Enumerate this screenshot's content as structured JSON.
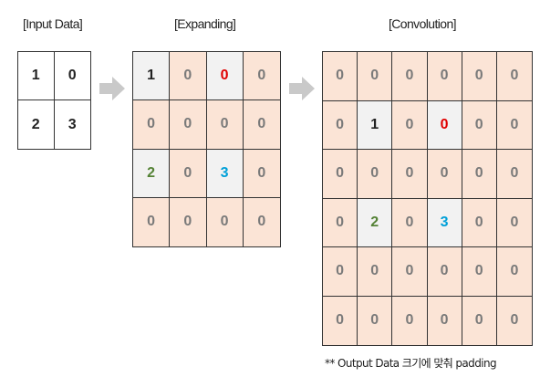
{
  "titles": {
    "input": "[Input Data]",
    "expanding": "[Expanding]",
    "convolution": "[Convolution]"
  },
  "colors": {
    "padding_fill": "#fbe4d6",
    "data_fill": "#f2f2f2",
    "zero_text": "#7a7a7a",
    "red": "#e00000",
    "green": "#548235",
    "blue": "#00a0d8"
  },
  "input_grid": [
    [
      {
        "v": "1",
        "c": "default"
      },
      {
        "v": "0",
        "c": "default"
      }
    ],
    [
      {
        "v": "2",
        "c": "default"
      },
      {
        "v": "3",
        "c": "default"
      }
    ]
  ],
  "expanding_grid": [
    [
      {
        "v": "1",
        "c": "dark",
        "bg": "gray"
      },
      {
        "v": "0"
      },
      {
        "v": "0",
        "c": "red",
        "bg": "gray"
      },
      {
        "v": "0"
      }
    ],
    [
      {
        "v": "0"
      },
      {
        "v": "0"
      },
      {
        "v": "0"
      },
      {
        "v": "0"
      }
    ],
    [
      {
        "v": "2",
        "c": "green",
        "bg": "gray"
      },
      {
        "v": "0"
      },
      {
        "v": "3",
        "c": "blue",
        "bg": "gray"
      },
      {
        "v": "0"
      }
    ],
    [
      {
        "v": "0"
      },
      {
        "v": "0"
      },
      {
        "v": "0"
      },
      {
        "v": "0"
      }
    ]
  ],
  "convolution_grid": [
    [
      {
        "v": "0"
      },
      {
        "v": "0"
      },
      {
        "v": "0"
      },
      {
        "v": "0"
      },
      {
        "v": "0"
      },
      {
        "v": "0"
      }
    ],
    [
      {
        "v": "0"
      },
      {
        "v": "1",
        "c": "dark",
        "bg": "gray"
      },
      {
        "v": "0"
      },
      {
        "v": "0",
        "c": "red",
        "bg": "gray"
      },
      {
        "v": "0"
      },
      {
        "v": "0"
      }
    ],
    [
      {
        "v": "0"
      },
      {
        "v": "0"
      },
      {
        "v": "0"
      },
      {
        "v": "0"
      },
      {
        "v": "0"
      },
      {
        "v": "0"
      }
    ],
    [
      {
        "v": "0"
      },
      {
        "v": "2",
        "c": "green",
        "bg": "gray"
      },
      {
        "v": "0"
      },
      {
        "v": "3",
        "c": "blue",
        "bg": "gray"
      },
      {
        "v": "0"
      },
      {
        "v": "0"
      }
    ],
    [
      {
        "v": "0"
      },
      {
        "v": "0"
      },
      {
        "v": "0"
      },
      {
        "v": "0"
      },
      {
        "v": "0"
      },
      {
        "v": "0"
      }
    ],
    [
      {
        "v": "0"
      },
      {
        "v": "0"
      },
      {
        "v": "0"
      },
      {
        "v": "0"
      },
      {
        "v": "0"
      },
      {
        "v": "0"
      }
    ]
  ],
  "note": "** Output Data 크기에 맞춰 padding"
}
